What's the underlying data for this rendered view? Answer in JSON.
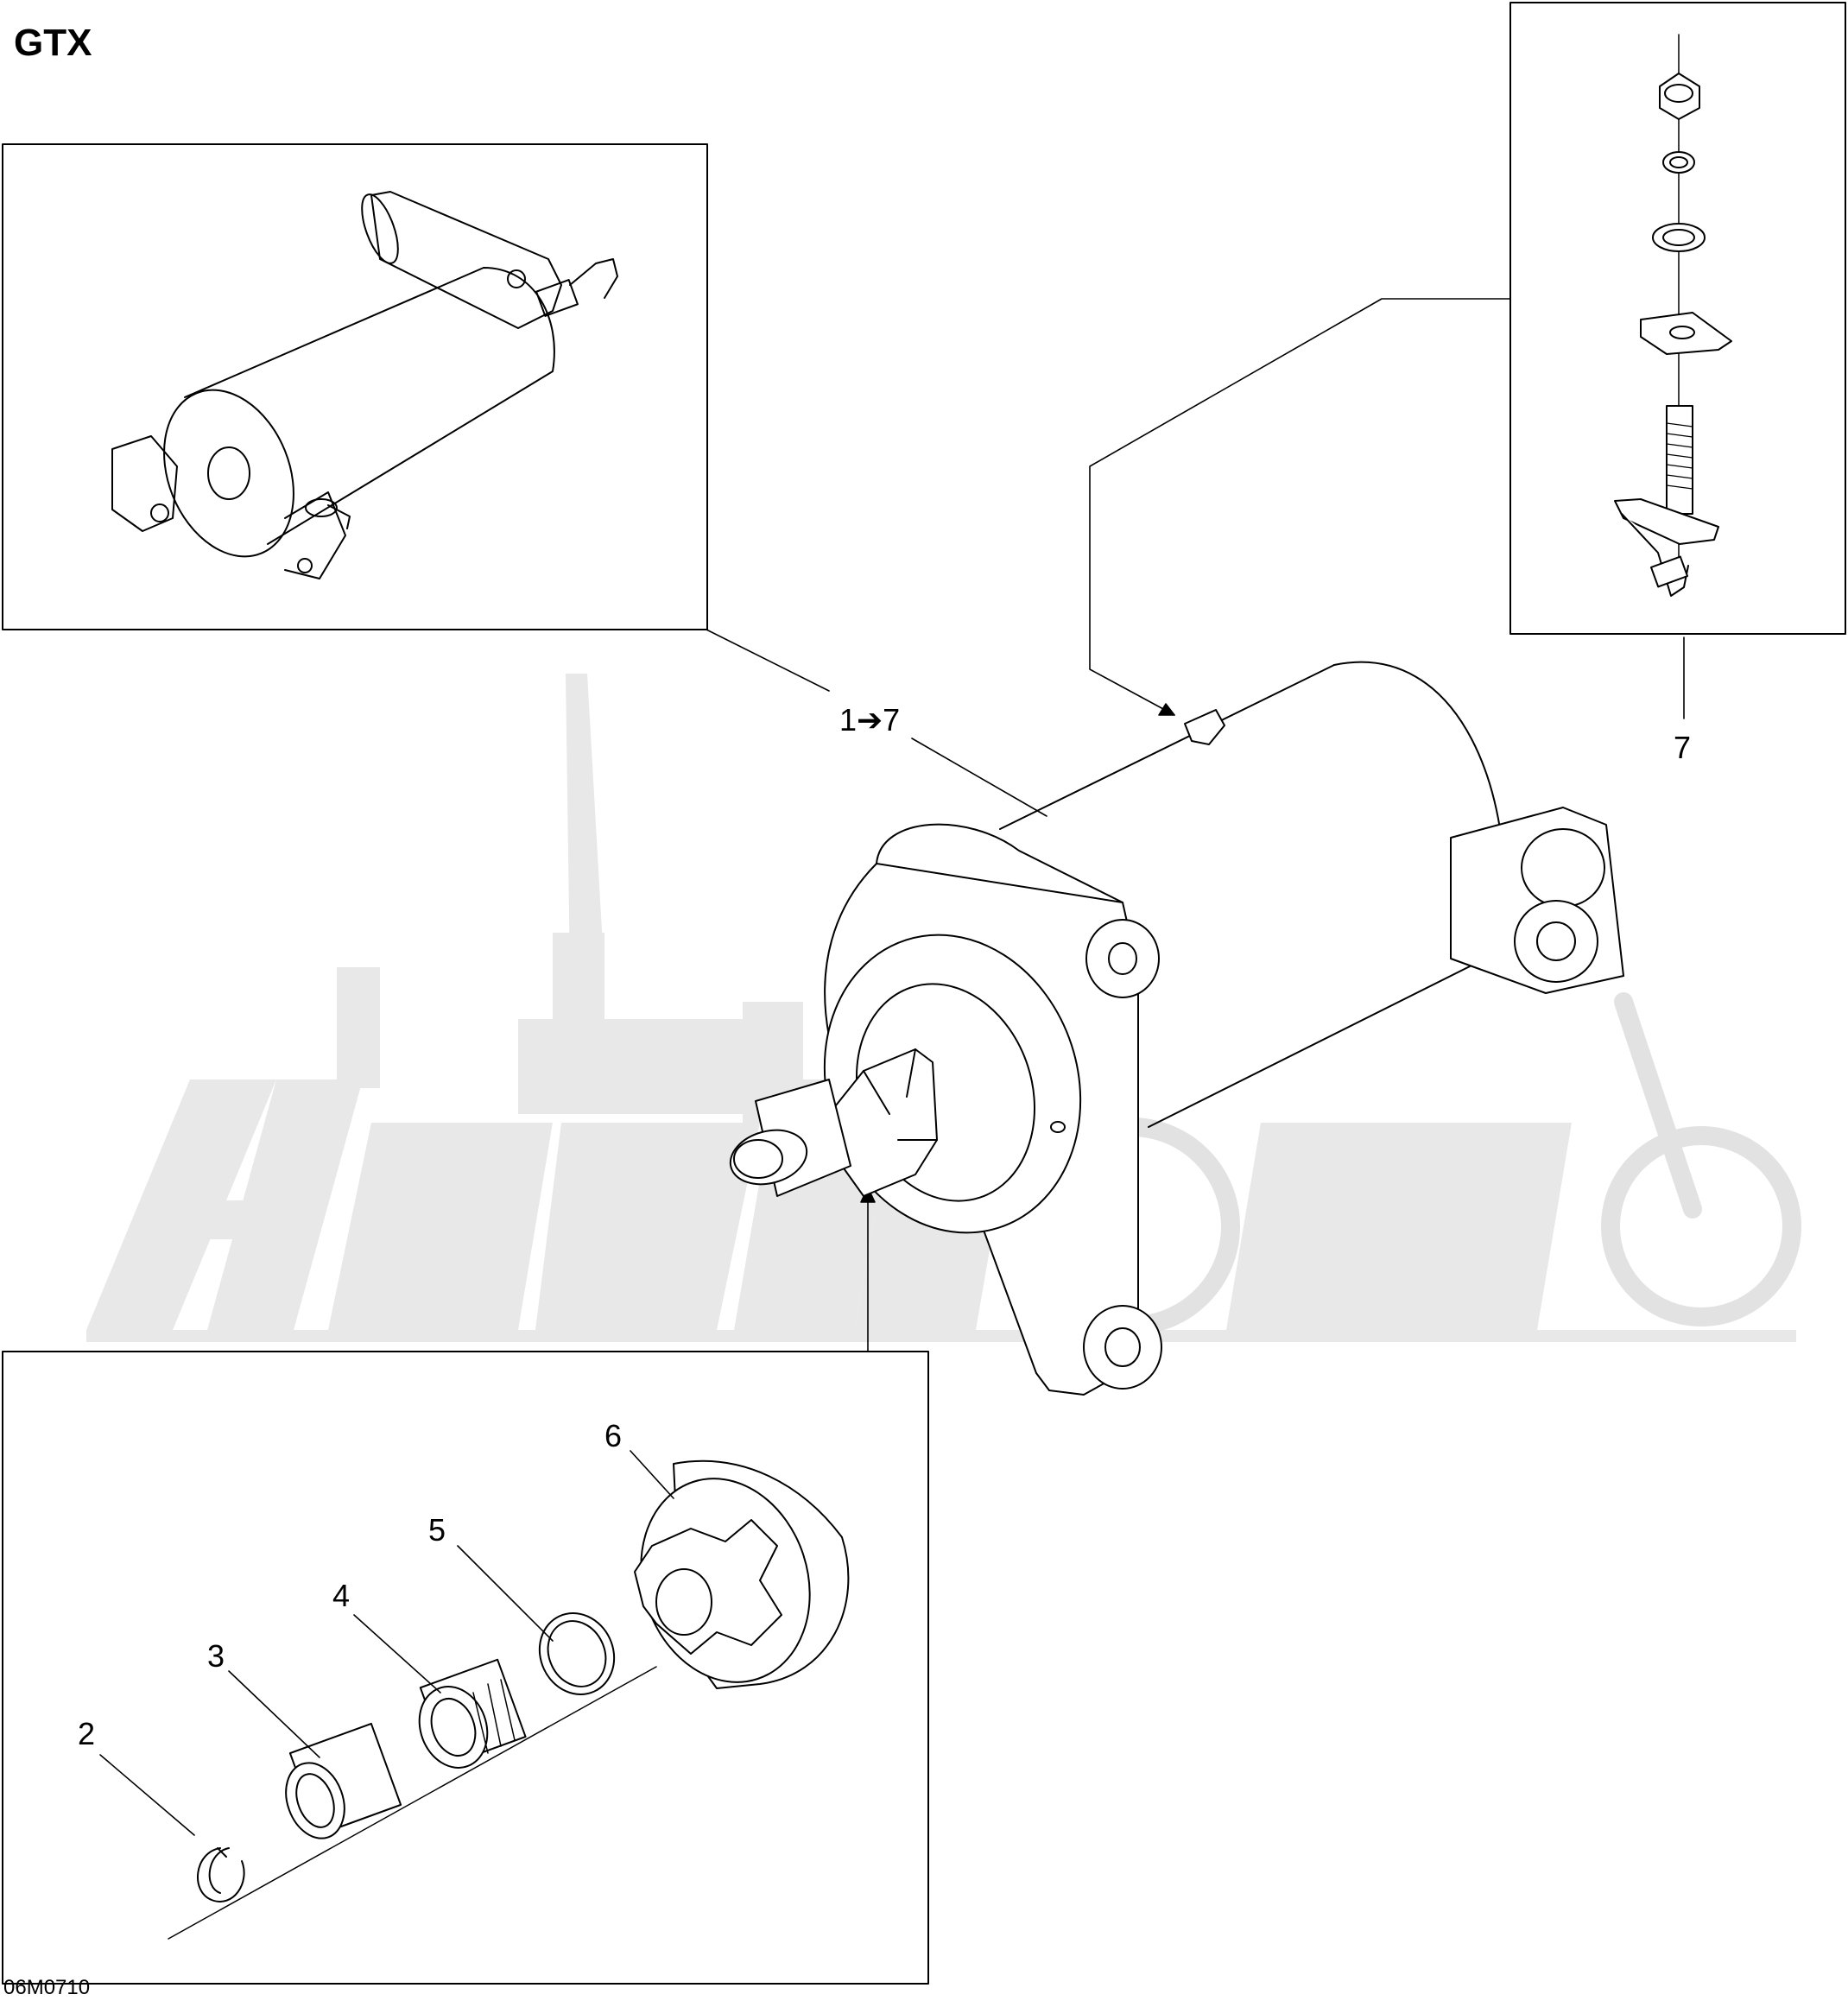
{
  "title": "GTX",
  "diagram_code": "06M0710",
  "callouts": {
    "assembly": "1➔7",
    "c2": "2",
    "c3": "3",
    "c4": "4",
    "c5": "5",
    "c6": "6",
    "c7": "7"
  },
  "colors": {
    "line": "#000000",
    "watermark": "#e6e6e6",
    "background": "#ffffff"
  }
}
